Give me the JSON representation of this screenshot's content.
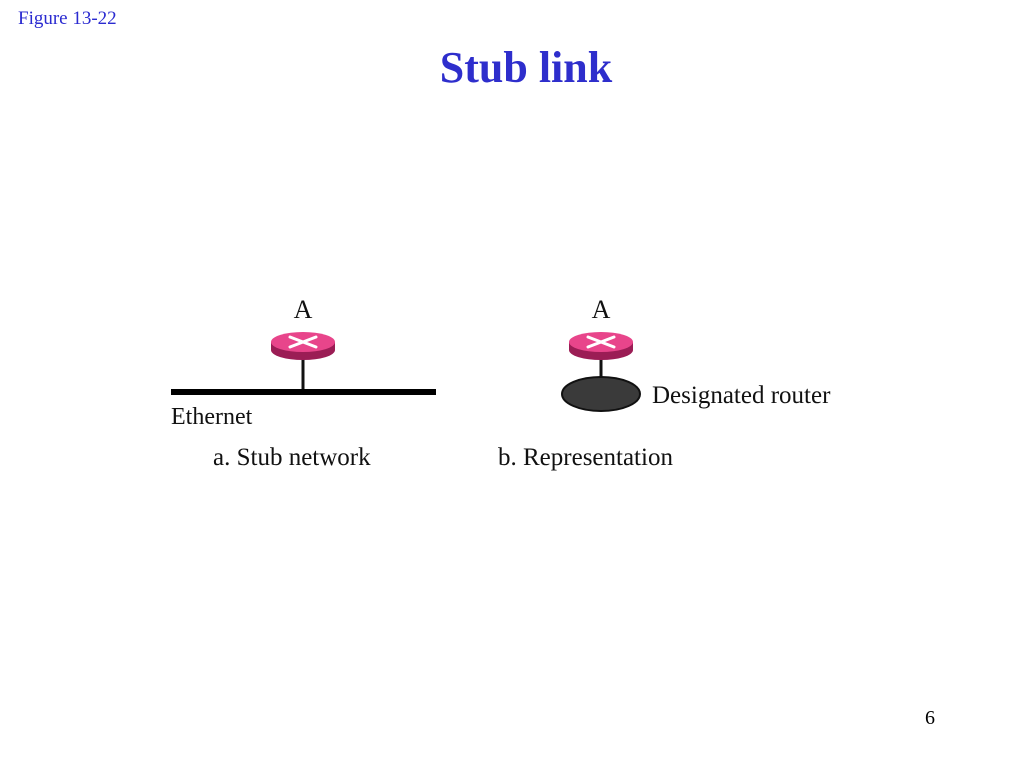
{
  "figure_label": "Figure  13-22",
  "title": "Stub link",
  "page_number": "6",
  "colors": {
    "router_fill": "#e8458b",
    "router_rim": "#9b1d55",
    "designated_router_fill": "#3a3a3a",
    "title_color": "#2e2ecc"
  },
  "panel_a": {
    "router_label": "A",
    "network_label": "Ethernet",
    "caption": "a. Stub network"
  },
  "panel_b": {
    "router_label": "A",
    "designated_label": "Designated router",
    "caption": "b.  Representation"
  }
}
